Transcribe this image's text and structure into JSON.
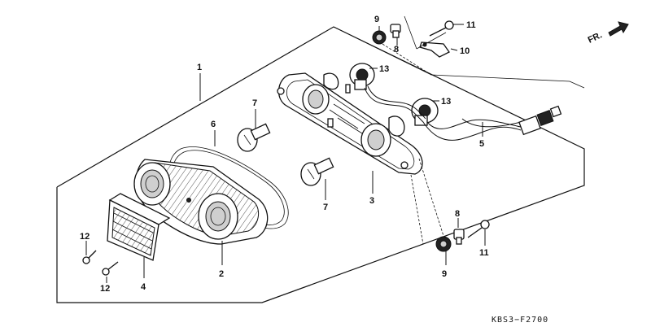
{
  "diagram": {
    "callouts": [
      "1",
      "2",
      "3",
      "4",
      "5",
      "6",
      "7",
      "7",
      "8",
      "8",
      "9",
      "9",
      "10",
      "11",
      "11",
      "12",
      "12",
      "13",
      "13"
    ],
    "direction_label": "FR.",
    "drawing_code": "KBS3−F2700"
  }
}
